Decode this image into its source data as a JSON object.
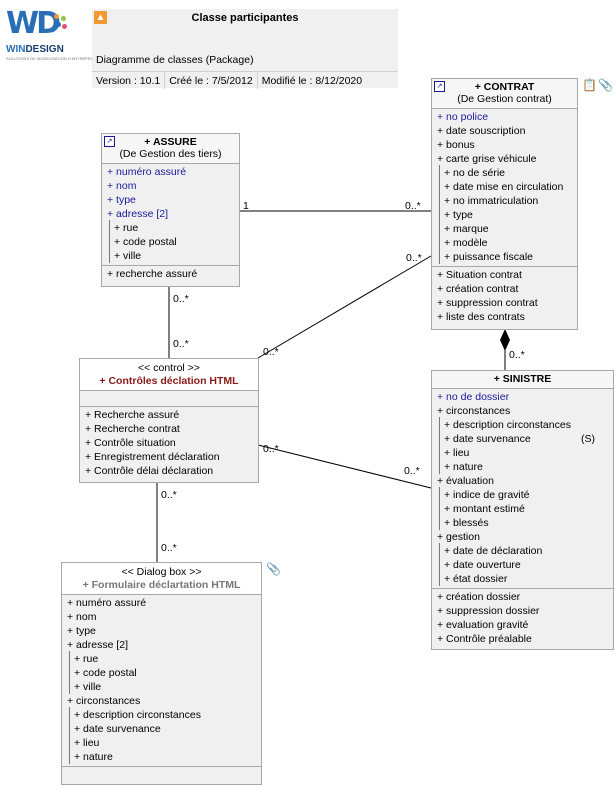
{
  "logo": {
    "mark": "WD",
    "word_a": "WIN",
    "word_b": "DESIGN",
    "tagline": "SOLUTIONS DE MODELISATION D'ENTREPRISE"
  },
  "header": {
    "title": "Classe participantes",
    "subtitle": "Diagramme de classes (Package)",
    "version": "Version : 10.1",
    "created": "Créé le : 7/5/2012",
    "modified": "Modifié le : 8/12/2020"
  },
  "classes": {
    "assure": {
      "name": "+ ASSURE",
      "sub": "(De Gestion des tiers)",
      "attrs": [
        {
          "t": "+ numéro assuré",
          "k": "id"
        },
        {
          "t": "+ nom",
          "k": "id"
        },
        {
          "t": "+ type",
          "k": "id"
        },
        {
          "t": "+ adresse [2]",
          "k": "id"
        },
        {
          "t": "+ rue",
          "k": "sub"
        },
        {
          "t": "+ code postal",
          "k": "sub"
        },
        {
          "t": "+ ville",
          "k": "sub"
        }
      ],
      "ops": [
        "+ recherche assuré"
      ]
    },
    "contrat": {
      "name": "+ CONTRAT",
      "sub": "(De Gestion contrat)",
      "attrs": [
        {
          "t": "+ no police",
          "k": "id"
        },
        {
          "t": "+ date souscription",
          "k": ""
        },
        {
          "t": "+ bonus",
          "k": ""
        },
        {
          "t": "+ carte grise véhicule",
          "k": ""
        },
        {
          "t": "+ no de série",
          "k": "sub"
        },
        {
          "t": "+ date mise en circulation",
          "k": "sub"
        },
        {
          "t": "+ no immatriculation",
          "k": "sub"
        },
        {
          "t": "+ type",
          "k": "sub"
        },
        {
          "t": "+ marque",
          "k": "sub"
        },
        {
          "t": "+ modèle",
          "k": "sub"
        },
        {
          "t": "+ puissance fiscale",
          "k": "sub"
        }
      ],
      "ops": [
        "+ Situation contrat",
        "+ création contrat",
        "+ suppression contrat",
        "+ liste des contrats"
      ]
    },
    "controle": {
      "stereo": "<< control >>",
      "name": "+ Contrôles déclation HTML",
      "ops": [
        "+ Recherche assuré",
        "+ Recherche contrat",
        "+ Contrôle situation",
        "+ Enregistrement déclaration",
        "+ Contrôle délai déclaration"
      ]
    },
    "sinistre": {
      "name": "+ SINISTRE",
      "attrs": [
        {
          "t": "+ no de dossier",
          "k": "id"
        },
        {
          "t": "+ circonstances",
          "k": ""
        },
        {
          "t": "+ description circonstances",
          "k": "sub"
        },
        {
          "t": "+ date survenance",
          "k": "sub",
          "right": "(S)"
        },
        {
          "t": "+ lieu",
          "k": "sub"
        },
        {
          "t": "+ nature",
          "k": "sub"
        },
        {
          "t": "+ évaluation",
          "k": ""
        },
        {
          "t": "+ indice de gravité",
          "k": "sub"
        },
        {
          "t": "+ montant estimé",
          "k": "sub"
        },
        {
          "t": "+ blessés",
          "k": "sub"
        },
        {
          "t": "+ gestion",
          "k": ""
        },
        {
          "t": "+ date de déclaration",
          "k": "sub"
        },
        {
          "t": "+ date ouverture",
          "k": "sub"
        },
        {
          "t": "+ état dossier",
          "k": "sub"
        }
      ],
      "ops": [
        "+ création dossier",
        "+ suppression dossier",
        "+ evaluation gravité",
        "+ Contrôle préalable"
      ]
    },
    "formulaire": {
      "stereo": "<< Dialog box >>",
      "name": "+ Formulaire déclartation HTML",
      "attrs": [
        {
          "t": "+ numéro assuré",
          "k": ""
        },
        {
          "t": "+ nom",
          "k": ""
        },
        {
          "t": "+ type",
          "k": ""
        },
        {
          "t": "+ adresse [2]",
          "k": ""
        },
        {
          "t": "+ rue",
          "k": "sub"
        },
        {
          "t": "+ code postal",
          "k": "sub"
        },
        {
          "t": "+ ville",
          "k": "sub"
        },
        {
          "t": "+ circonstances",
          "k": ""
        },
        {
          "t": "+ description circonstances",
          "k": "sub"
        },
        {
          "t": "+ date survenance",
          "k": "sub"
        },
        {
          "t": "+ lieu",
          "k": "sub"
        },
        {
          "t": "+ nature",
          "k": "sub"
        }
      ],
      "ops": []
    }
  },
  "multiplicities": {
    "assure_contrat_a": "1",
    "assure_contrat_b": "0..*",
    "assure_ctrl_a": "0..*",
    "assure_ctrl_b": "0..*",
    "ctrl_contrat_a": "0..*",
    "ctrl_contrat_b": "0..*",
    "contrat_sinistre": "0..*",
    "ctrl_sinistre_a": "0..*",
    "ctrl_sinistre_b": "0..*",
    "ctrl_form_a": "0..*",
    "ctrl_form_b": "0..*"
  },
  "colors": {
    "control_name": "#8b1a1a",
    "dialog_name": "#777777",
    "identifier": "#1a1a9a",
    "box_fill": "#f0f0f0",
    "border": "#a8a8a8"
  }
}
